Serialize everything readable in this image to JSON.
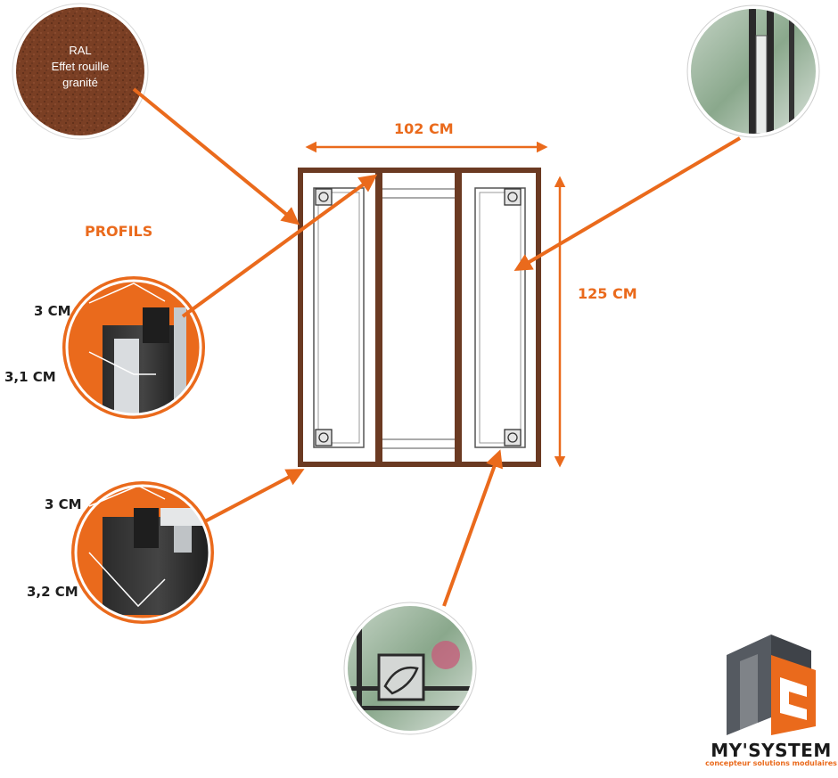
{
  "dimensions": {
    "width_label": "102 CM",
    "height_label": "125 CM"
  },
  "finish": {
    "line1": "RAL",
    "line2": "Effet rouille",
    "line3": "granité"
  },
  "profiles": {
    "title": "PROFILS",
    "profile1": {
      "label_a": "3 CM",
      "label_b": "3,1 CM"
    },
    "profile2": {
      "label_a": "3 CM",
      "label_b": "3,2 CM"
    }
  },
  "brand": {
    "name": "MY'SYSTEM",
    "tagline": "concepteur solutions modulaires"
  },
  "colors": {
    "accent": "#ea6a1c",
    "frame": "#6b3a22",
    "rust": "#7a3f24",
    "dark": "#1e1e1e"
  }
}
